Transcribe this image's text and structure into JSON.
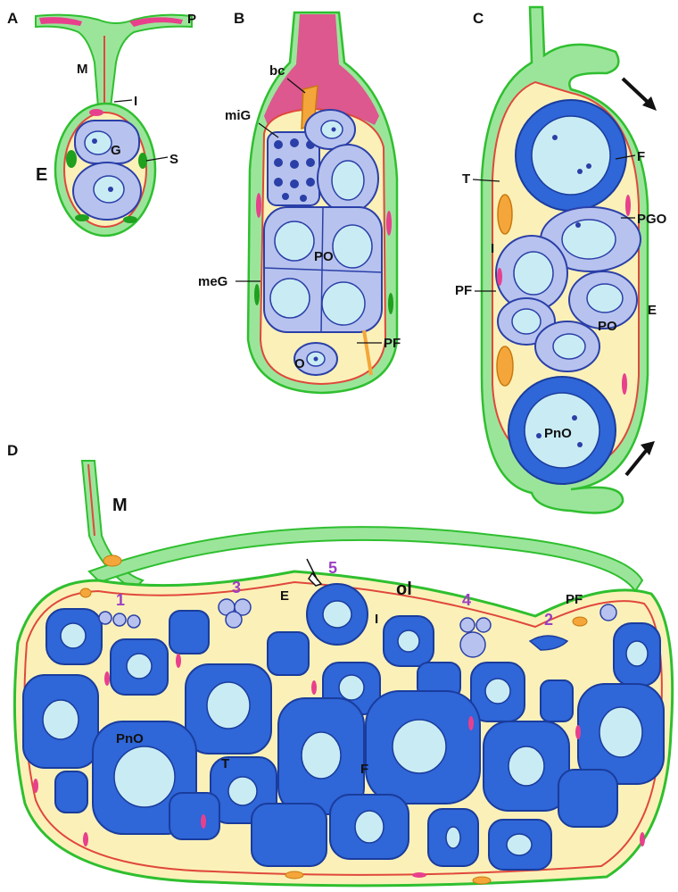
{
  "panels": {
    "A": {
      "letter": "A",
      "labels": {
        "P": "P",
        "M": "M",
        "I": "I",
        "G": "G",
        "E": "E",
        "S": "S"
      }
    },
    "B": {
      "letter": "B",
      "labels": {
        "bc": "bc",
        "miG": "miG",
        "PO": "PO",
        "meG": "meG",
        "O": "O",
        "PF": "PF"
      }
    },
    "C": {
      "letter": "C",
      "labels": {
        "F": "F",
        "T": "T",
        "PGO": "PGO",
        "I": "I",
        "PF": "PF",
        "E": "E",
        "PO": "PO",
        "PnO": "PnO"
      }
    },
    "D": {
      "letter": "D",
      "labels": {
        "M": "M",
        "ol": "ol",
        "E": "E",
        "PF": "PF",
        "I": "I",
        "PnO": "PnO",
        "T": "T",
        "F": "F"
      },
      "stage_numbers": [
        "1",
        "2",
        "3",
        "4",
        "5"
      ]
    }
  },
  "colors": {
    "epithelium": "#9be59b",
    "epithelium_edge": "#2fbf2f",
    "stroma": "#fbf1b8",
    "theca_red": "#e0483c",
    "pink_nuclei": "#e8408c",
    "oocyte_blue": "#2f66d8",
    "nucleus_pale": "#c9ecf4",
    "germ_cell": "#b7c3ee",
    "orange": "#f4a63a",
    "stage_number": "#9b3fc4"
  }
}
